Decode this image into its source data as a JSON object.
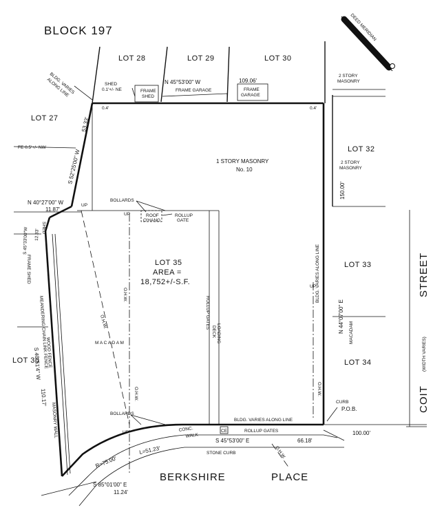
{
  "labels": {
    "block": "BLOCK 197",
    "deed_meridian": "DEED MERIDIAN",
    "lot_28": "LOT 28",
    "lot_29": "LOT 29",
    "lot_30": "LOT 30",
    "lot_27": "LOT 27",
    "lot_32": "LOT 32",
    "lot_33": "LOT 33",
    "lot_34": "LOT 34",
    "lot_36": "LOT 36",
    "lot_35": "LOT 35",
    "lot35_area_label": "AREA =",
    "lot35_area_value": "18,752+/-S.F.",
    "building_type": "1 STORY MASONRY",
    "building_no": "No. 10",
    "macadam_main": "M A C A D A M",
    "macadam_small": "MACADAM",
    "two_story_masonry_1": "2 STORY",
    "two_story_masonry_1b": "MASONRY",
    "two_story_masonry_2": "2 STORY",
    "two_story_masonry_2b": "MASONRY",
    "bldg_varies_top_1": "BLDG. VARIES",
    "bldg_varies_top_2": "ALONG LINE",
    "bldg_varies_right": "BLDG. VARIES ALONG LINE",
    "bldg_varies_bottom": "BLDG. VARIES ALONG LINE",
    "shed": "SHED",
    "shed_offset": "0.1'+/- NE",
    "frame_shed_1": "FRAME",
    "frame_shed_2": "SHED",
    "frame_garage": "FRAME GARAGE",
    "frame_garage_30_1": "FRAME",
    "frame_garage_30_2": "GARAGE",
    "fe_offset": "FE 0.5'+/- NW",
    "offset_left": "0.4'",
    "offset_right": "0.4'",
    "bollards_top": "BOLLARDS",
    "bollards_bottom": "BOLLARDS",
    "roof_ohang_1": "ROOF",
    "roof_ohang_2": "O'HANG",
    "rollup_gate_1": "ROLLUP",
    "rollup_gate_2": "GATE",
    "rollup_gates_vertical": "ROLLUP GATES",
    "loading_deck_1": "LOADING",
    "loading_deck_2": "DECK",
    "rollup_gates_bottom": "ROLLUP GATES",
    "up_1": "UP",
    "up_2": "UP",
    "up_3": "UP",
    "up_4": "UP",
    "ohw_1": "O.H.W.",
    "ohw_2": "O.H.W.",
    "ohw_3": "O.H.W.",
    "ohw_4": "O.H.W.",
    "ohw_5": "O.H.W.",
    "frame_shed_side": "FRAME SHED",
    "shed_side": "SHED",
    "chain_link_fence": "MEANDERING CHAIN LINK FENCE",
    "wood_fence": "WOOD FENCE",
    "masonry_wall": "MASONRY WALL",
    "curb": "CURB",
    "pob": "P.O.B.",
    "conc_walk_1": "CONC.",
    "conc_walk_2": "WALK",
    "ce": "CE",
    "stone_curb": "STONE CURB",
    "street_berkshire": "BERKSHIRE",
    "street_place": "PLACE",
    "street_coit": "COIT",
    "street_width": "(WIDTH VARIES)",
    "street_street": "STREET"
  },
  "bearings": {
    "north_line": "N 45°53'00\" W",
    "north_dist": "109.06'",
    "west_upper_bearing": "S 52°25'00\" W",
    "west_upper_dist": "53.33'",
    "jog_bearing": "N 40°27'00\" W",
    "jog_dist": "11.87'",
    "west_jog2_bearing": "S 45°33'00\"W",
    "west_jog2_dist": "12.33'",
    "west_lower_bearing": "S 40°51'4\" W",
    "west_lower_dist": "110.17'",
    "east_bearing": "N 44°07'00\" E",
    "east_dist": "150.00'",
    "south_bearing": "S 45°53'00\" E",
    "south_dist": "66.18'",
    "curve_radius": "R=75.00'",
    "curve_length": "L=51.23'",
    "south_short_bearing": "S 85°01'00\" E",
    "south_short_dist": "11.24'",
    "pob_dist": "100.00'"
  }
}
